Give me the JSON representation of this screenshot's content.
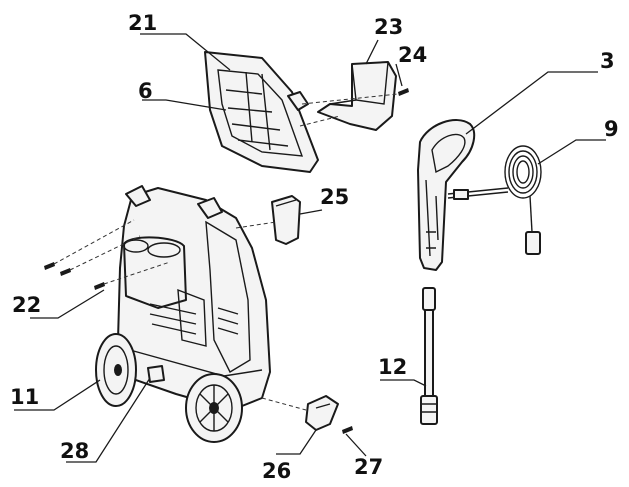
{
  "diagram": {
    "parts": [
      {
        "id": "p21",
        "label": "21"
      },
      {
        "id": "p23",
        "label": "23"
      },
      {
        "id": "p24",
        "label": "24"
      },
      {
        "id": "p3",
        "label": "3"
      },
      {
        "id": "p6",
        "label": "6"
      },
      {
        "id": "p9",
        "label": "9"
      },
      {
        "id": "p25",
        "label": "25"
      },
      {
        "id": "p22",
        "label": "22"
      },
      {
        "id": "p12",
        "label": "12"
      },
      {
        "id": "p11",
        "label": "11"
      },
      {
        "id": "p28",
        "label": "28"
      },
      {
        "id": "p26",
        "label": "26"
      },
      {
        "id": "p27",
        "label": "27"
      }
    ],
    "colors": {
      "line": "#1a1a1a",
      "fill": "#f4f4f4",
      "background": "#ffffff"
    }
  }
}
